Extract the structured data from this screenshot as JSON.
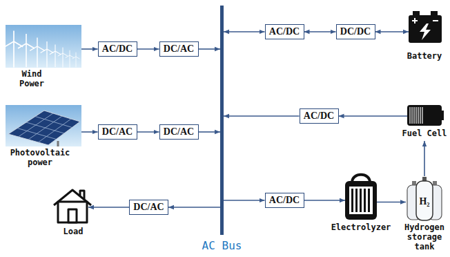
{
  "diagram": {
    "nodes": [
      {
        "text": [
          "Wind Power"
        ]
      },
      {
        "text": [
          "AC/DC"
        ]
      },
      {
        "text": [
          "DC/AC"
        ]
      },
      {
        "text": [
          "Photovoltaic power"
        ]
      },
      {
        "text": [
          "DC/AC"
        ]
      },
      {
        "text": [
          "DC/AC"
        ]
      },
      {
        "text": [
          "Load"
        ]
      },
      {
        "text": [
          "DC/AC"
        ]
      },
      {
        "text": [
          "AC Bus"
        ]
      },
      {
        "text": [
          "AC/DC"
        ]
      },
      {
        "text": [
          "DC/DC"
        ]
      },
      {
        "text": [
          "Battery"
        ]
      },
      {
        "text": [
          "AC/DC"
        ]
      },
      {
        "text": [
          "Fuel Cell"
        ]
      },
      {
        "text": [
          "AC/DC"
        ]
      },
      {
        "text": [
          "Electrolyzer"
        ]
      },
      {
        "text": [
          "H₂",
          "Hydrogen storage tank"
        ]
      }
    ],
    "edges": [
      {
        "from": 0,
        "to": 1,
        "arrow": "to"
      },
      {
        "from": 1,
        "to": 2,
        "arrow": "to"
      },
      {
        "from": 2,
        "to": 8,
        "arrow": "to"
      },
      {
        "from": 3,
        "to": 4,
        "arrow": "to"
      },
      {
        "from": 4,
        "to": 5,
        "arrow": "to"
      },
      {
        "from": 5,
        "to": 8,
        "arrow": "to"
      },
      {
        "from": 8,
        "to": 7,
        "arrow": "to"
      },
      {
        "from": 7,
        "to": 6,
        "arrow": "to"
      },
      {
        "from": 8,
        "to": 9,
        "arrow": "both"
      },
      {
        "from": 9,
        "to": 10,
        "arrow": "both"
      },
      {
        "from": 10,
        "to": 11,
        "arrow": "both"
      },
      {
        "from": 13,
        "to": 12,
        "arrow": "to"
      },
      {
        "from": 12,
        "to": 8,
        "arrow": "to"
      },
      {
        "from": 8,
        "to": 14,
        "arrow": "to"
      },
      {
        "from": 14,
        "to": 15,
        "arrow": "to"
      },
      {
        "from": 15,
        "to": 16,
        "arrow": "to"
      },
      {
        "from": 16,
        "to": 13,
        "arrow": "to"
      }
    ]
  }
}
